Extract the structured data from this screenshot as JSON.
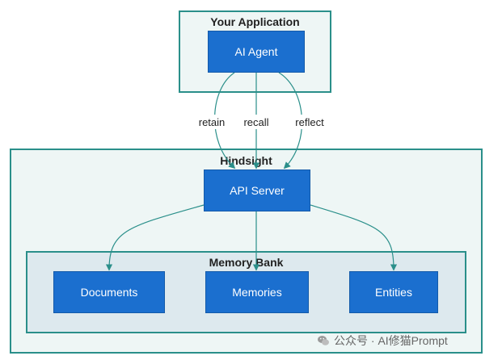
{
  "groups": {
    "app": {
      "title": "Your Application"
    },
    "hindsight": {
      "title": "Hindsight"
    },
    "memory_bank": {
      "title": "Memory Bank"
    }
  },
  "nodes": {
    "agent": "AI Agent",
    "api": "API Server",
    "documents": "Documents",
    "memories": "Memories",
    "entities": "Entities"
  },
  "edges": {
    "retain": "retain",
    "recall": "recall",
    "reflect": "reflect"
  },
  "watermark": {
    "text": "公众号 · AI修猫Prompt"
  },
  "colors": {
    "node_fill": "#1b6fcf",
    "group_border": "#2a8f8a",
    "group_fill": "#eef6f5",
    "inner_group_fill": "#dde9ee",
    "edge": "#2a8f8a"
  }
}
